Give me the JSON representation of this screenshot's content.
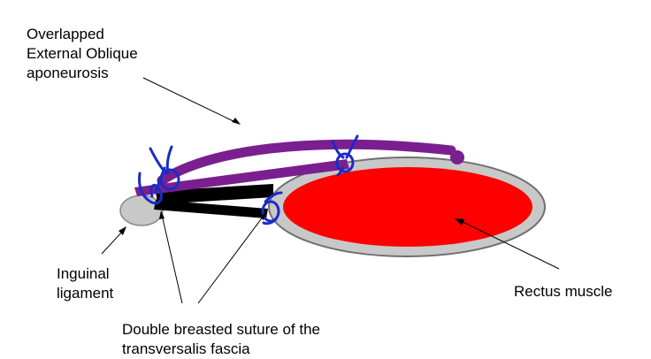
{
  "labels": {
    "external_oblique": "Overlapped\nExternal Oblique\naponeurosis",
    "inguinal_ligament": "Inguinal\nligament",
    "rectus_muscle": "Rectus muscle",
    "suture": "Double breasted suture of the\ntransversalis fascia"
  },
  "colors": {
    "rectus_fill": "#ff0000",
    "rectus_outline": "#c8c8c8",
    "aponeurosis": "#7a1f8f",
    "fascia": "#000000",
    "suture": "#1a2bc8",
    "ligament": "#c8c8c8"
  },
  "icons": {
    "suture_knot": "blue-loop-knot"
  }
}
